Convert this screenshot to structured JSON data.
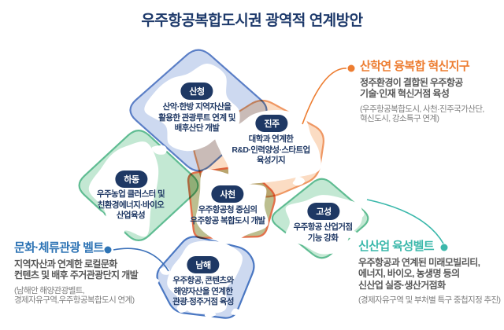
{
  "title": "우주항공복합도시권 광역적 연계방안",
  "colors": {
    "navy": "#1e3864",
    "zone_blue_fill": "#cdd9f0",
    "zone_blue_stroke": "#5a7ec6",
    "zone_green_fill": "#c3e8d3",
    "zone_green_stroke": "#5fbc92",
    "zone_peach_fill": "#fbdcc3",
    "zone_peach_stroke": "#ef9763",
    "center_olive_fill": "#bcbf90",
    "center_olive_stroke": "#e2714b",
    "annotation_orange": "#ed7d31",
    "annotation_blue": "#2e74b5",
    "annotation_teal": "#3bb8ab",
    "body_text_gray": "#585858",
    "note_text_gray": "#7e7e7e"
  },
  "regions": [
    {
      "id": "sancheong",
      "name": "산청",
      "desc": "산악·한방 지역자산을\n활용한 관광루트 연계 및\n배후산단 개발"
    },
    {
      "id": "jinju",
      "name": "진주",
      "desc": "대학과 연계한\nR&D·인력양성·스타트업\n육성기지"
    },
    {
      "id": "hadong",
      "name": "하동",
      "desc": "우주농업 클러스터 및\n친환경에너지·바이오\n산업육성"
    },
    {
      "id": "sacheon",
      "name": "사천",
      "desc": "우주항공청 중심의\n우주항공 복합도시 개발"
    },
    {
      "id": "goseong",
      "name": "고성",
      "desc": "우주항공 산업거점\n기능 강화"
    },
    {
      "id": "namhae",
      "name": "남해",
      "desc": "우주항공, 콘텐츠와\n해양자산을 연계한\n관광·정주거점 육성"
    }
  ],
  "annotations": [
    {
      "id": "innovation-district",
      "title": "산학연 융복합 혁신지구",
      "body": "정주환경이 결합된 우주항공\n기술·인재 혁신거점 육성",
      "note": "(우주항공복합도시, 사천·진주국가산단,\n혁신도시, 강소특구 연계)",
      "color": "#ed7d31"
    },
    {
      "id": "culture-stay-tourism-belt",
      "title": "문화·체류관광 벨트",
      "body": "지역자산과 연계한 로컬문화\n컨텐츠 및 배후 주거관광단지 개발",
      "note": "(남해안 해양관광벨트,\n경제자유구역,우주항공복합도시 연계)",
      "color": "#2e74b5"
    },
    {
      "id": "new-industry-belt",
      "title": "신산업 육성벨트",
      "body": "우주항공과 연계된 미래모빌리티,\n에너지, 바이오, 농생명 등의\n신산업 실증·생산거점화",
      "note": "(경제자유구역 및 부처별 특구 중첩지정 추진)",
      "color": "#3bb8ab"
    }
  ]
}
